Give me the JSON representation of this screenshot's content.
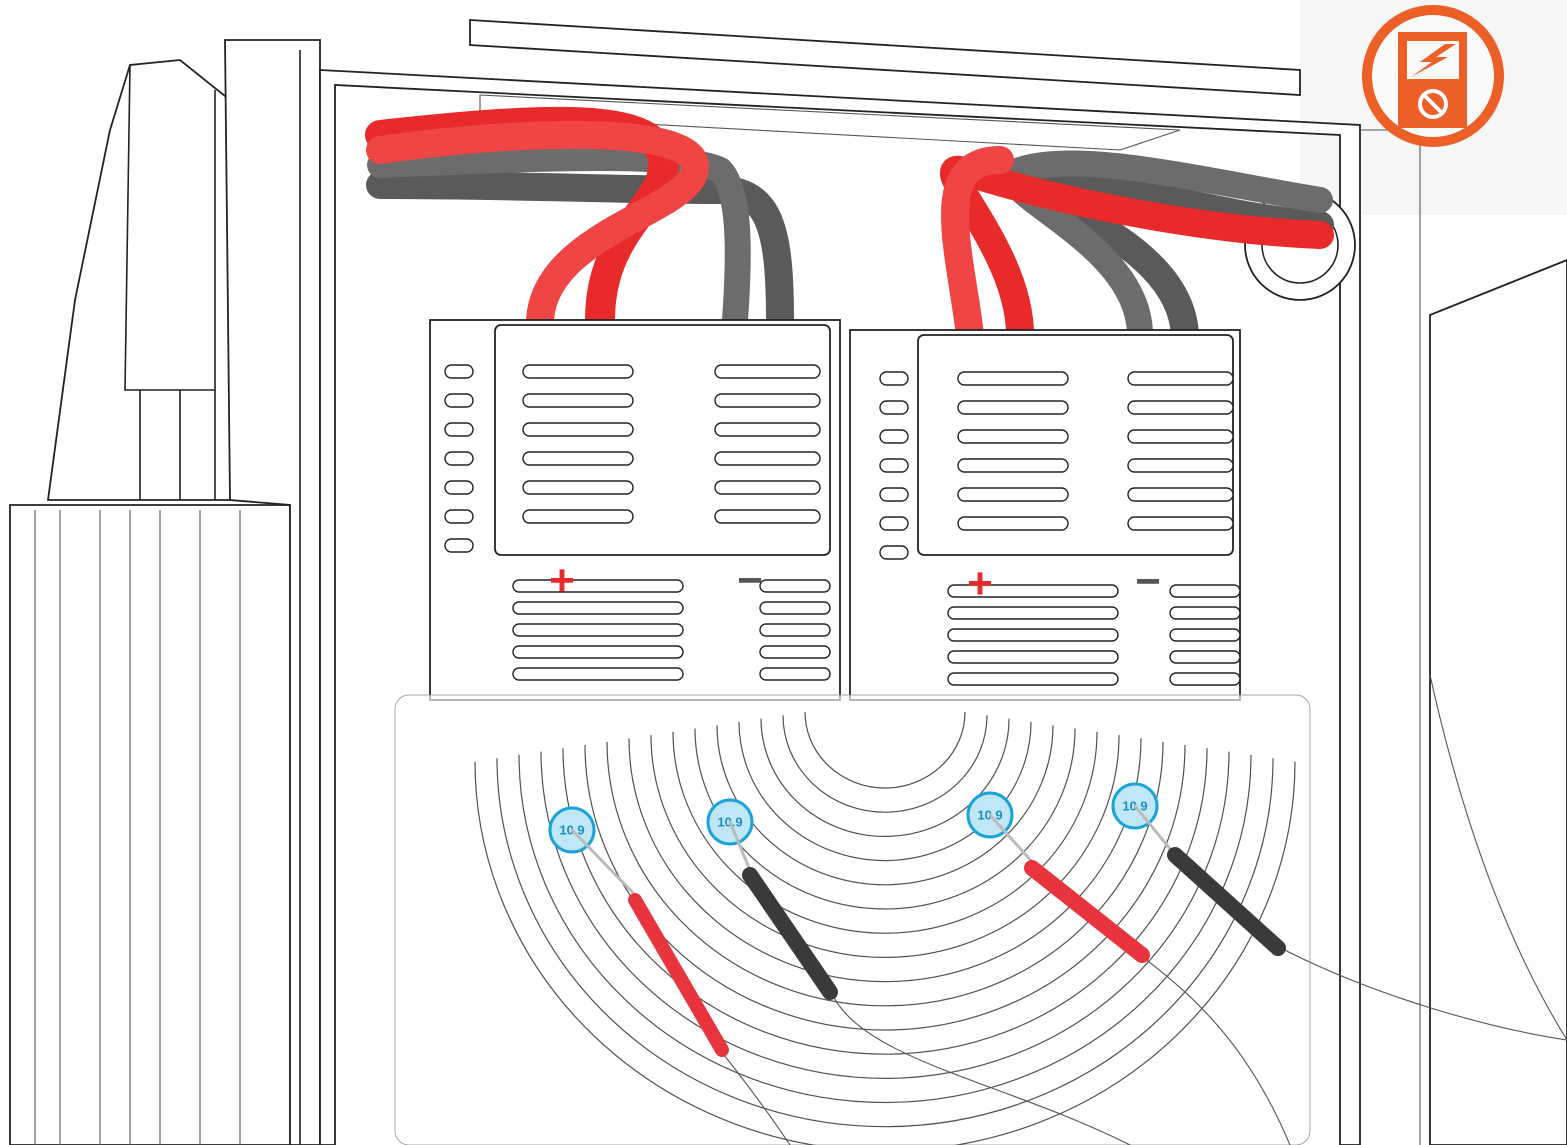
{
  "illustration": {
    "subject": "power-module-voltage-measurement",
    "polarity_marks": [
      "+",
      "−",
      "+",
      "−"
    ],
    "bolt_labels": [
      "10.9",
      "10.9",
      "10.9",
      "10.9"
    ],
    "probes": [
      {
        "color": "red"
      },
      {
        "color": "black"
      },
      {
        "color": "red"
      },
      {
        "color": "black"
      }
    ]
  },
  "badge": {
    "icon": "multimeter-icon"
  },
  "colors": {
    "badge_orange": "#ec5f26",
    "cable_red": "#e82a2a",
    "cable_gray": "#5a5a5a",
    "bolt_blue": "#1aa3d9",
    "probe_red": "#e8343c",
    "probe_black": "#3a3a3a"
  }
}
